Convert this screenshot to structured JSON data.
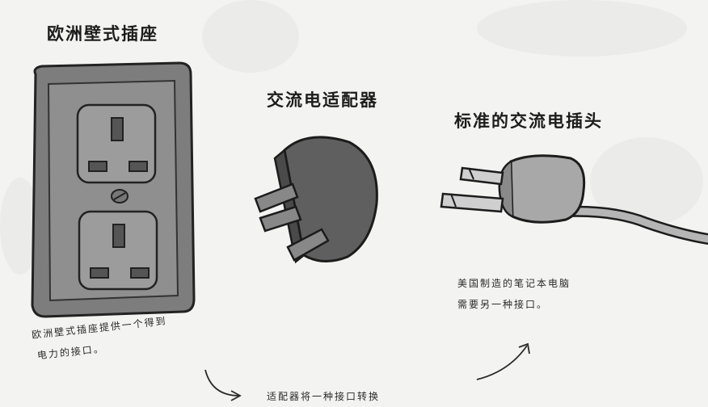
{
  "labels": {
    "socket_title": "欧洲壁式插座",
    "adapter_title": "交流电适配器",
    "plug_title": "标准的交流电插头"
  },
  "notes": {
    "socket_line1": "欧洲壁式插座提供一个得到",
    "socket_line2": "电力的接口。",
    "plug_line1": "美国制造的笔记本电脑",
    "plug_line2": "需要另一种接口。",
    "adapter_line1": "适配器将一种接口转换"
  },
  "colors": {
    "ink": "#2a2a2a",
    "socket_gray": "#8c8c8c",
    "adapter_gray": "#6f6f6f",
    "plug_gray": "#9a9a9a"
  }
}
